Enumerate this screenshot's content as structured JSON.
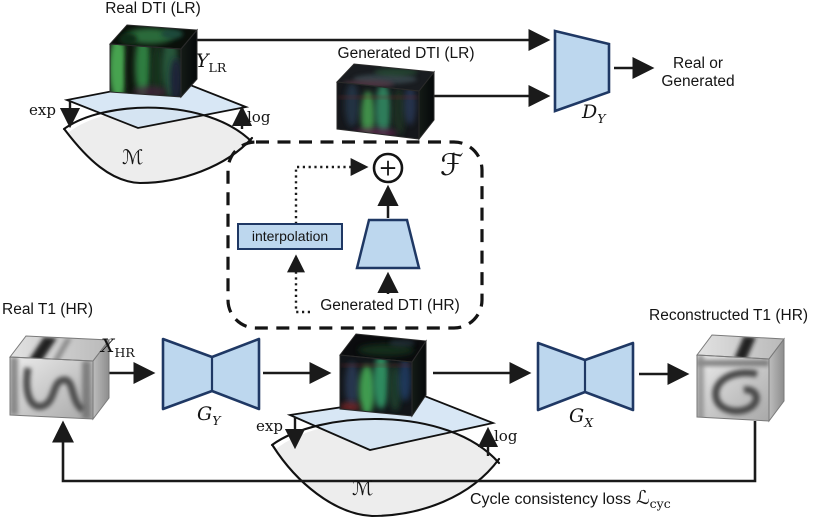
{
  "labels": {
    "real_dti_lr": "Real DTI (LR)",
    "generated_dti_lr": "Generated DTI (LR)",
    "generated_dti_hr": "Generated DTI (HR)",
    "real_t1_hr": "Real T1 (HR)",
    "reconstructed_t1_hr": "Reconstructed T1 (HR)",
    "interpolation": "interpolation",
    "discriminator_output_line1": "Real or",
    "discriminator_output_line2": "Generated",
    "cycle_loss_text": "Cycle consistency loss",
    "exp": "exp",
    "log": "log"
  },
  "math": {
    "y_lr_base": "Y",
    "y_lr_sub": "LR",
    "x_hr_base": "X",
    "x_hr_sub": "HR",
    "d_y_base": "D",
    "d_y_sub": "Y",
    "g_y_base": "G",
    "g_y_sub": "Y",
    "g_x_base": "G",
    "g_x_sub": "X",
    "fusion_module": "ℱ",
    "manifold": "ℳ",
    "l_cyc_base": "ℒ",
    "l_cyc_sub": "cyc",
    "sum_symbol": "+"
  },
  "colors": {
    "node_fill": "#bdd7ee",
    "node_stroke": "#1f3864",
    "plane_fill": "#cfe2f3",
    "manifold_fill": "#ededed",
    "line_color": "#1a1a1a",
    "dashed_color": "#141414",
    "background": "#ffffff"
  }
}
